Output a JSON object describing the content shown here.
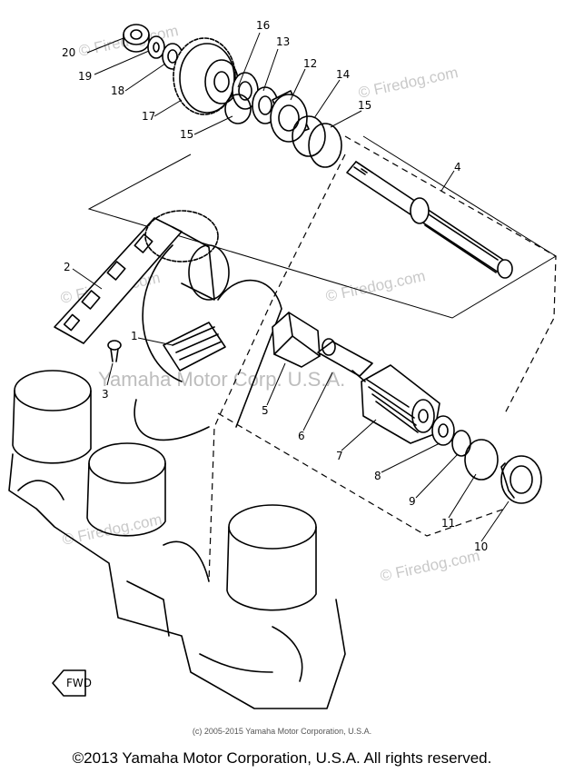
{
  "callouts": [
    "20",
    "19",
    "18",
    "17",
    "16",
    "13",
    "12",
    "14",
    "15",
    "15",
    "4",
    "2",
    "1",
    "3",
    "5",
    "6",
    "7",
    "8",
    "9",
    "11",
    "10"
  ],
  "watermarks": {
    "site": "© Firedog.com",
    "brand": "Yamaha Motor Corp. U.S.A."
  },
  "fwd_label": "FWD",
  "small_copyright": "(c) 2005-2015 Yamaha Motor Corporation, U.S.A.",
  "footer": "©2013 Yamaha Motor Corporation, U.S.A. All rights reserved."
}
